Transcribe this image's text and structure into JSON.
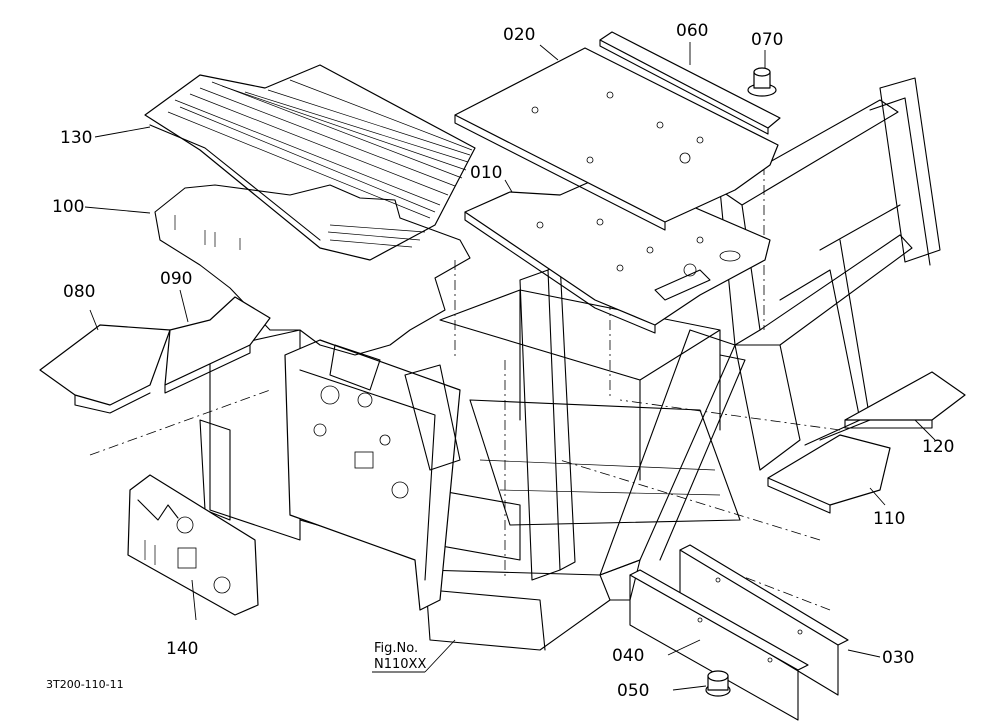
{
  "part_labels": {
    "p010": "010",
    "p020": "020",
    "p030": "030",
    "p040": "040",
    "p050": "050",
    "p060": "060",
    "p070": "070",
    "p080": "080",
    "p090": "090",
    "p100": "100",
    "p110": "110",
    "p120": "120",
    "p130": "130",
    "p140": "140"
  },
  "figure_ref": {
    "line1": "Fig.No.",
    "line2": "N110XX"
  },
  "drawing_code": "3T200-110-11"
}
